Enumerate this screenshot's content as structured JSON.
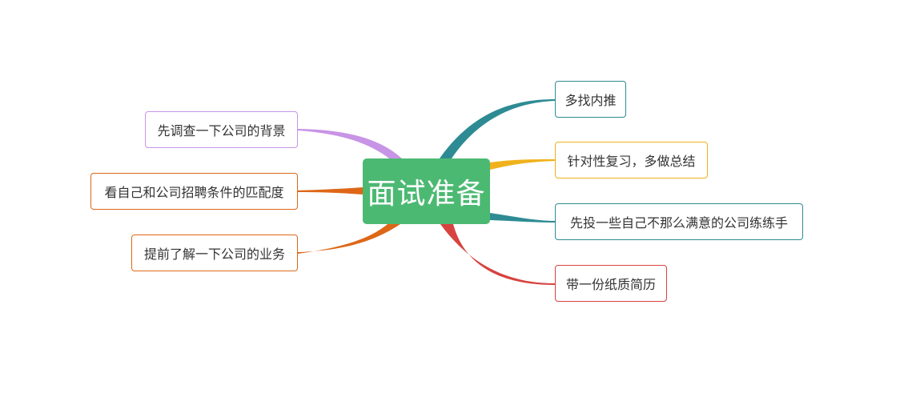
{
  "central_topic": "面试准备",
  "right_branches": [
    {
      "label": "多找内推",
      "color": "#2e8b93"
    },
    {
      "label": "针对性复习，多做总结",
      "color": "#f0b21c"
    },
    {
      "label": "先投一些自己不那么满意的公司练练手",
      "color": "#2e8b93"
    },
    {
      "label": "带一份纸质简历",
      "color": "#d64340"
    }
  ],
  "left_branches": [
    {
      "label": "先调查一下公司的背景",
      "color": "#c894e6"
    },
    {
      "label": "看自己和公司招聘条件的匹配度",
      "color": "#dd6717"
    },
    {
      "label": "提前了解一下公司的业务",
      "color": "#dd6717"
    }
  ],
  "central_color": "#4cb973"
}
